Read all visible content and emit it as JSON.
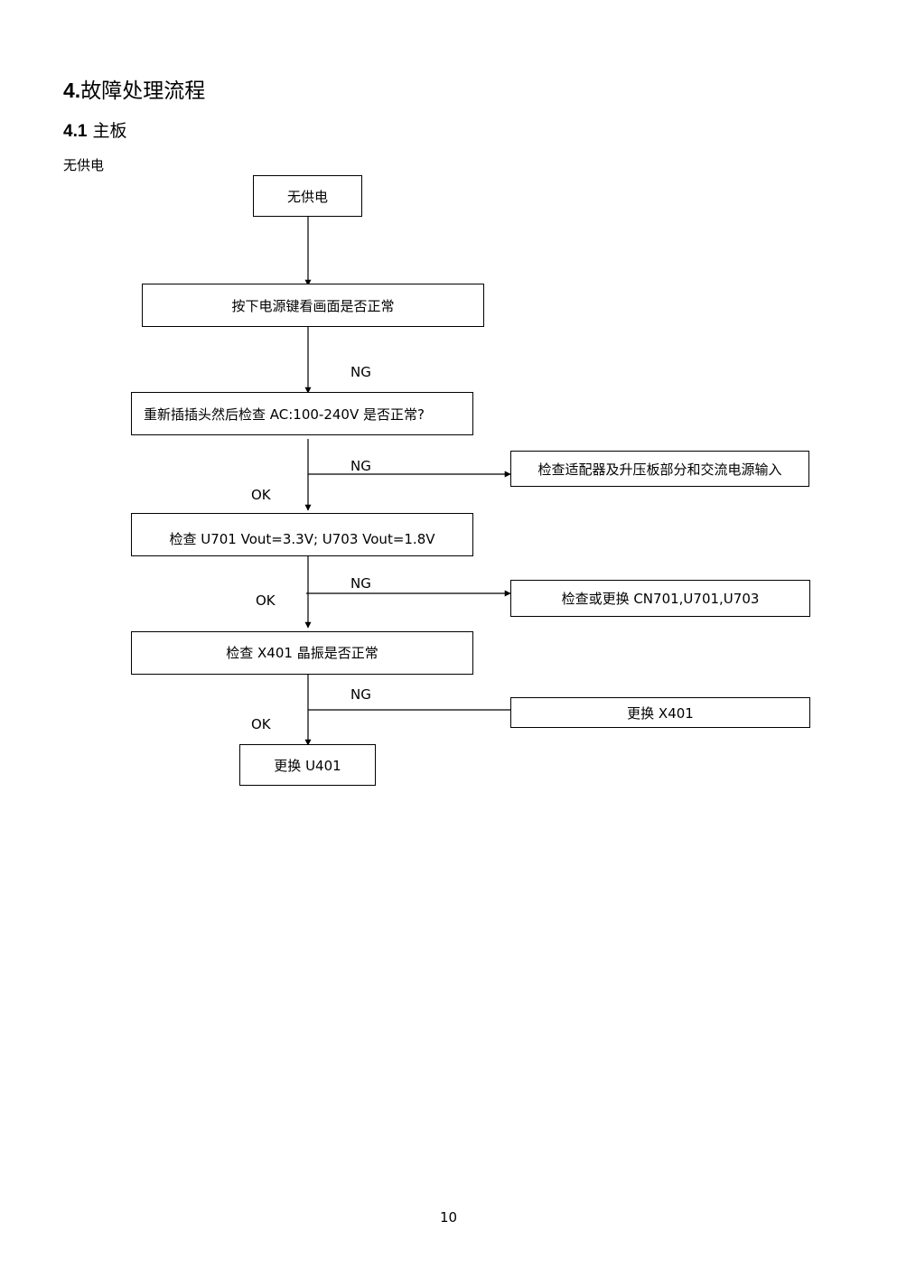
{
  "heading": {
    "number": "4.",
    "text": "故障处理流程"
  },
  "subheading": {
    "number": "4.1",
    "text": " 主板"
  },
  "section_label": "无供电",
  "flowchart": {
    "nodes": {
      "start": "无供电",
      "step1": "按下电源键看画面是否正常",
      "step2": "重新插插头然后检查 AC:100-240V 是否正常?",
      "step2_ng": "检查适配器及升压板部分和交流电源输入",
      "step3": "检查 U701 Vout=3.3V; U703 Vout=1.8V",
      "step3_ng": "检查或更换 CN701,U701,U703",
      "step4": "检查 X401 晶振是否正常",
      "step4_ng": "更换 X401",
      "end": "更换 U401"
    },
    "labels": {
      "ng1": "NG",
      "ng2": "NG",
      "ok2": "OK",
      "ng3": "NG",
      "ok3": "OK",
      "ng4": "NG",
      "ok4": "OK"
    }
  },
  "page_number": "10"
}
